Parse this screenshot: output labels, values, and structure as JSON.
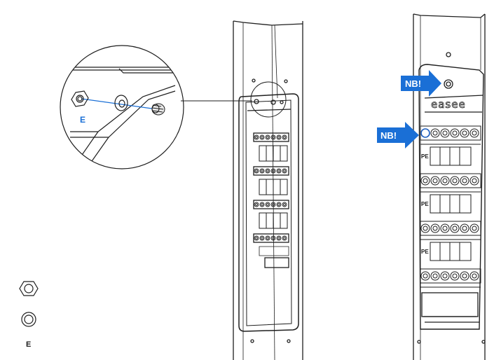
{
  "labels": {
    "zoom_e": "E",
    "legend_e": "E",
    "nb_top": "NB!",
    "nb_left": "NB!",
    "brand": "easee",
    "pe_1": "PE",
    "pe_2": "PE",
    "pe_3": "PE"
  },
  "colors": {
    "accent": "#1a6fd6",
    "stroke": "#1e1e1e",
    "highlight": "#1f5fbf"
  },
  "icons": {
    "nut": "hex-nut-icon",
    "washer": "washer-icon"
  }
}
